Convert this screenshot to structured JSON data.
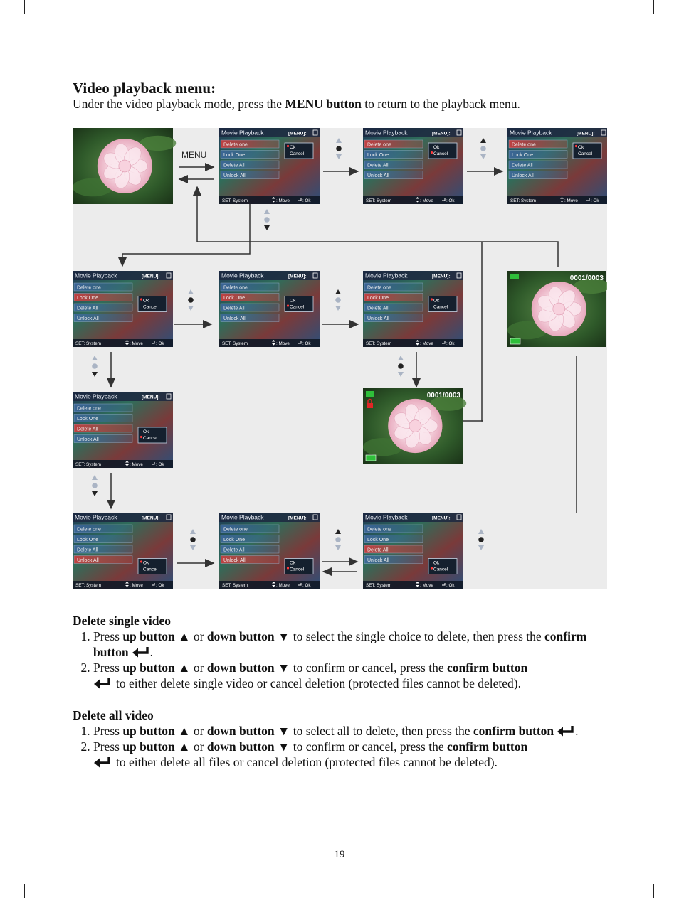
{
  "heading": "Video playback menu:",
  "intro": {
    "before": "Under the video playback mode, press the ",
    "bold": "MENU button",
    "after": " to return to the playback menu."
  },
  "figure": {
    "menu_arrow_label": "MENU",
    "screen": {
      "title": "Movie Playback",
      "menu_tag": "[MENU]:",
      "items": [
        "Delete one",
        "Lock One",
        "Delete All",
        "Unlock All"
      ],
      "popup": [
        "Ok",
        "Cancel"
      ],
      "footer": [
        "SET: System",
        ": Move",
        ": Ok"
      ]
    },
    "photo_counter": "0001/0003"
  },
  "delete_single": {
    "title": "Delete single video",
    "step1": {
      "t1": "Press ",
      "b1": "up button",
      "s1": " ▲ or ",
      "b2": "down button",
      "t2": " ▼ to select the single choice to delete, then press the ",
      "b3": "confirm button",
      "end": "."
    },
    "step2": {
      "t1": "Press ",
      "b1": "up button",
      "s1": " ▲ or ",
      "b2": "down button",
      "t2": " ▼ to confirm or cancel, press the ",
      "b3": "confirm button",
      "t3": "to either delete single video or cancel deletion (protected files cannot be deleted)."
    }
  },
  "delete_all": {
    "title": "Delete all video",
    "step1": {
      "t1": "Press ",
      "b1": "up button",
      "s1": " ▲ or ",
      "b2": "down button",
      "t2": " ▼ to select all to delete, then press the ",
      "b3": "confirm button",
      "end": "."
    },
    "step2": {
      "t1": "Press ",
      "b1": "up button",
      "s1": " ▲ or ",
      "b2": "down button",
      "t2": " ▼ to confirm or cancel, press the ",
      "b3": "confirm button",
      "t3": "to either delete all files or cancel deletion (protected files cannot be deleted)."
    }
  },
  "page_number": "19"
}
